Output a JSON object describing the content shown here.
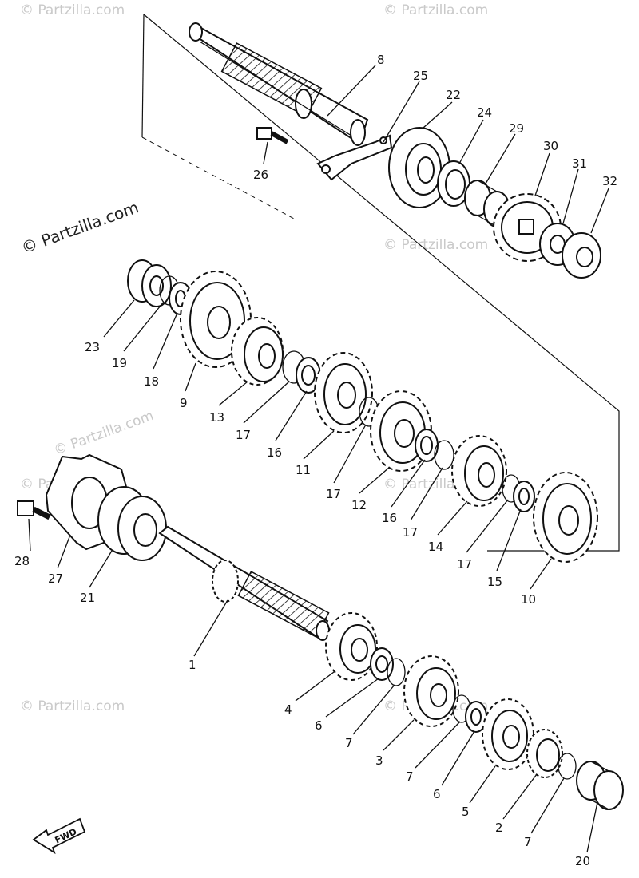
{
  "watermarks": {
    "main": "© Partzilla.com",
    "faint": [
      "© Partzilla.com",
      "© Partzilla.com",
      "© Partzilla.com",
      "© Partzilla.com",
      "© Partzilla.com",
      "© Partzilla.com",
      "© Partzilla.com",
      "© Partzilla.com"
    ]
  },
  "fwd_label": "FWD",
  "callouts": [
    {
      "id": "c8",
      "text": "8"
    },
    {
      "id": "c25",
      "text": "25"
    },
    {
      "id": "c22",
      "text": "22"
    },
    {
      "id": "c24",
      "text": "24"
    },
    {
      "id": "c29",
      "text": "29"
    },
    {
      "id": "c30",
      "text": "30"
    },
    {
      "id": "c31",
      "text": "31"
    },
    {
      "id": "c32",
      "text": "32"
    },
    {
      "id": "c26",
      "text": "26"
    },
    {
      "id": "c23",
      "text": "23"
    },
    {
      "id": "c19",
      "text": "19"
    },
    {
      "id": "c18",
      "text": "18"
    },
    {
      "id": "c9",
      "text": "9"
    },
    {
      "id": "c13",
      "text": "13"
    },
    {
      "id": "c17a",
      "text": "17"
    },
    {
      "id": "c16a",
      "text": "16"
    },
    {
      "id": "c11",
      "text": "11"
    },
    {
      "id": "c17b",
      "text": "17"
    },
    {
      "id": "c12",
      "text": "12"
    },
    {
      "id": "c16b",
      "text": "16"
    },
    {
      "id": "c17c",
      "text": "17"
    },
    {
      "id": "c14",
      "text": "14"
    },
    {
      "id": "c17d",
      "text": "17"
    },
    {
      "id": "c15",
      "text": "15"
    },
    {
      "id": "c10",
      "text": "10"
    },
    {
      "id": "c28",
      "text": "28"
    },
    {
      "id": "c27",
      "text": "27"
    },
    {
      "id": "c21",
      "text": "21"
    },
    {
      "id": "c1",
      "text": "1"
    },
    {
      "id": "c4",
      "text": "4"
    },
    {
      "id": "c6a",
      "text": "6"
    },
    {
      "id": "c7a",
      "text": "7"
    },
    {
      "id": "c3",
      "text": "3"
    },
    {
      "id": "c7b",
      "text": "7"
    },
    {
      "id": "c6b",
      "text": "6"
    },
    {
      "id": "c5",
      "text": "5"
    },
    {
      "id": "c2",
      "text": "2"
    },
    {
      "id": "c7c",
      "text": "7"
    },
    {
      "id": "c20",
      "text": "20"
    }
  ]
}
